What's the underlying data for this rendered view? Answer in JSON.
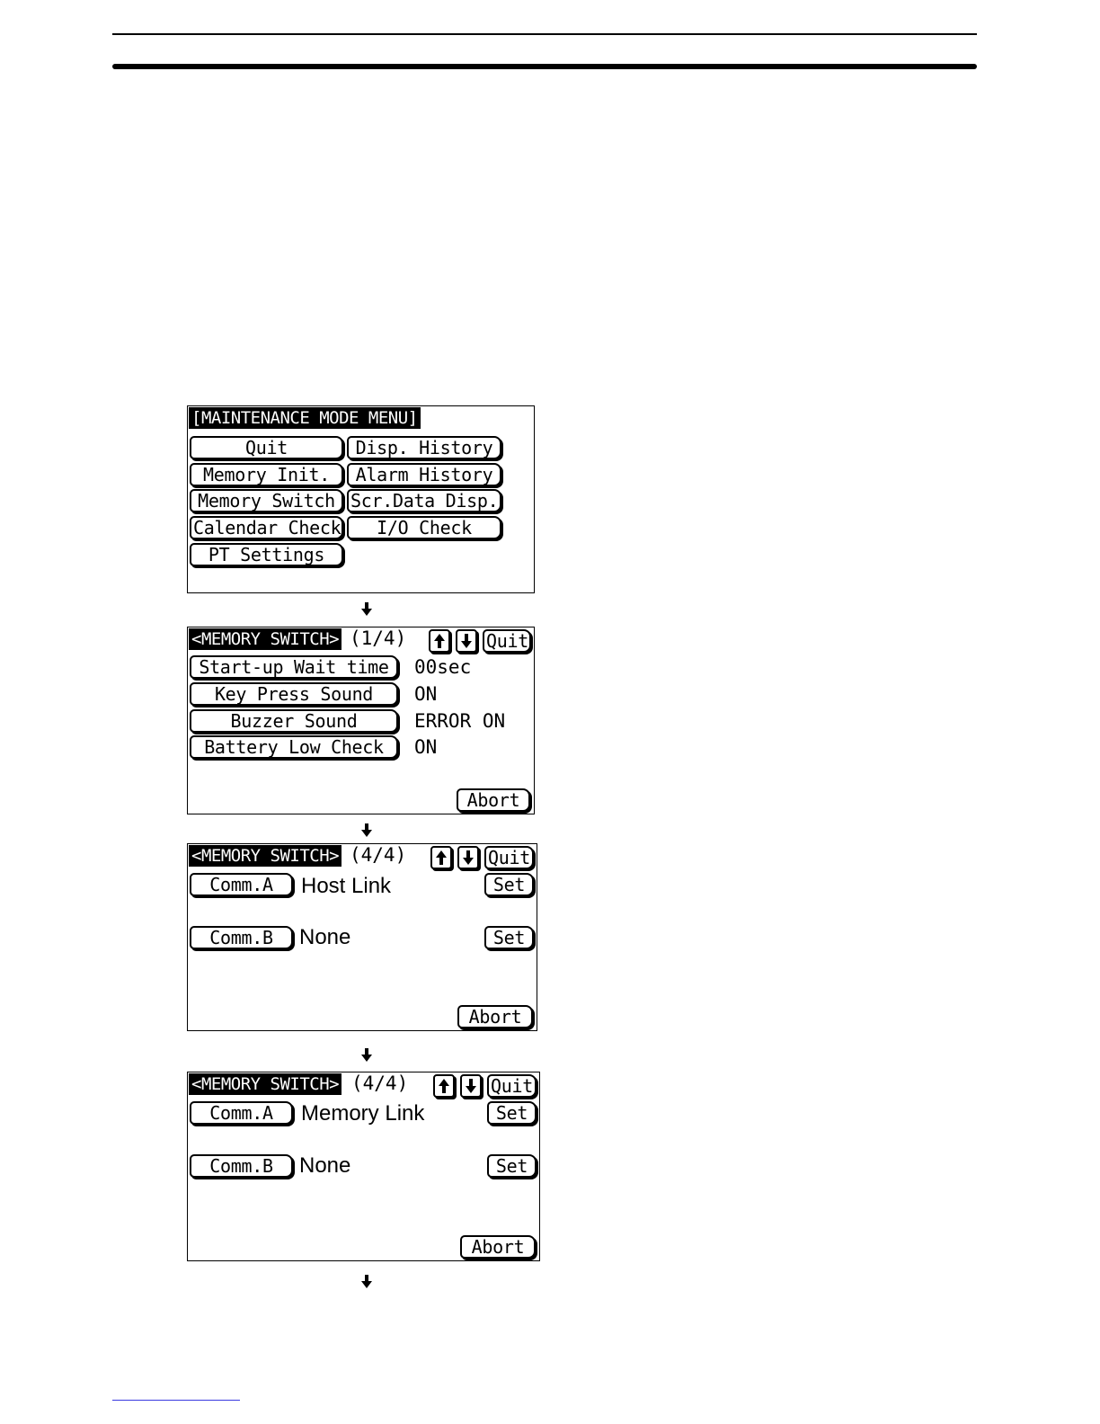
{
  "screen1": {
    "title": "[MAINTENANCE MODE MENU]",
    "buttons": [
      "Quit",
      "Disp. History",
      "Memory Init.",
      "Alarm History",
      "Memory Switch",
      "Scr.Data Disp.",
      "Calendar Check",
      "I/O Check",
      "PT Settings"
    ]
  },
  "screen2": {
    "title": "<MEMORY SWITCH>",
    "page": "(1/4)",
    "quit": "Quit",
    "rows": [
      {
        "label": "Start-up Wait time",
        "value": "00sec"
      },
      {
        "label": "Key Press Sound",
        "value": "ON"
      },
      {
        "label": "Buzzer Sound",
        "value": "ERROR ON"
      },
      {
        "label": "Battery Low Check",
        "value": "ON"
      }
    ],
    "abort": "Abort"
  },
  "screen3": {
    "title": "<MEMORY SWITCH>",
    "page": "(4/4)",
    "quit": "Quit",
    "comm_a_label": "Comm.A",
    "comm_a_value": "Host Link",
    "comm_b_label": "Comm.B",
    "comm_b_value": "None",
    "set": "Set",
    "abort": "Abort"
  },
  "screen4": {
    "title": "<MEMORY SWITCH>",
    "page": "(4/4)",
    "quit": "Quit",
    "comm_a_label": "Comm.A",
    "comm_a_value": "Memory Link",
    "comm_b_label": "Comm.B",
    "comm_b_value": "None",
    "set": "Set",
    "abort": "Abort"
  },
  "icons": {
    "flow": "down-arrow-icon",
    "up": "up-arrow-icon",
    "down": "down-arrow-icon"
  }
}
